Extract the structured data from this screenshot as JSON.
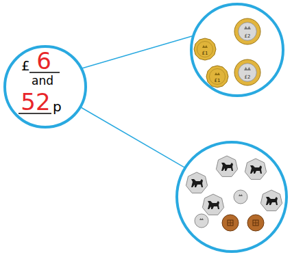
{
  "diagram": {
    "nodes": [
      {
        "text": [
          "£",
          "6",
          "and",
          "52",
          "p"
        ]
      },
      {
        "text": [
          "£1",
          "£2",
          "£2",
          "£1"
        ]
      },
      {
        "text": []
      }
    ],
    "edges": [
      {
        "from": 0,
        "to": 1,
        "arrow": "none"
      },
      {
        "from": 0,
        "to": 2,
        "arrow": "none"
      }
    ]
  }
}
